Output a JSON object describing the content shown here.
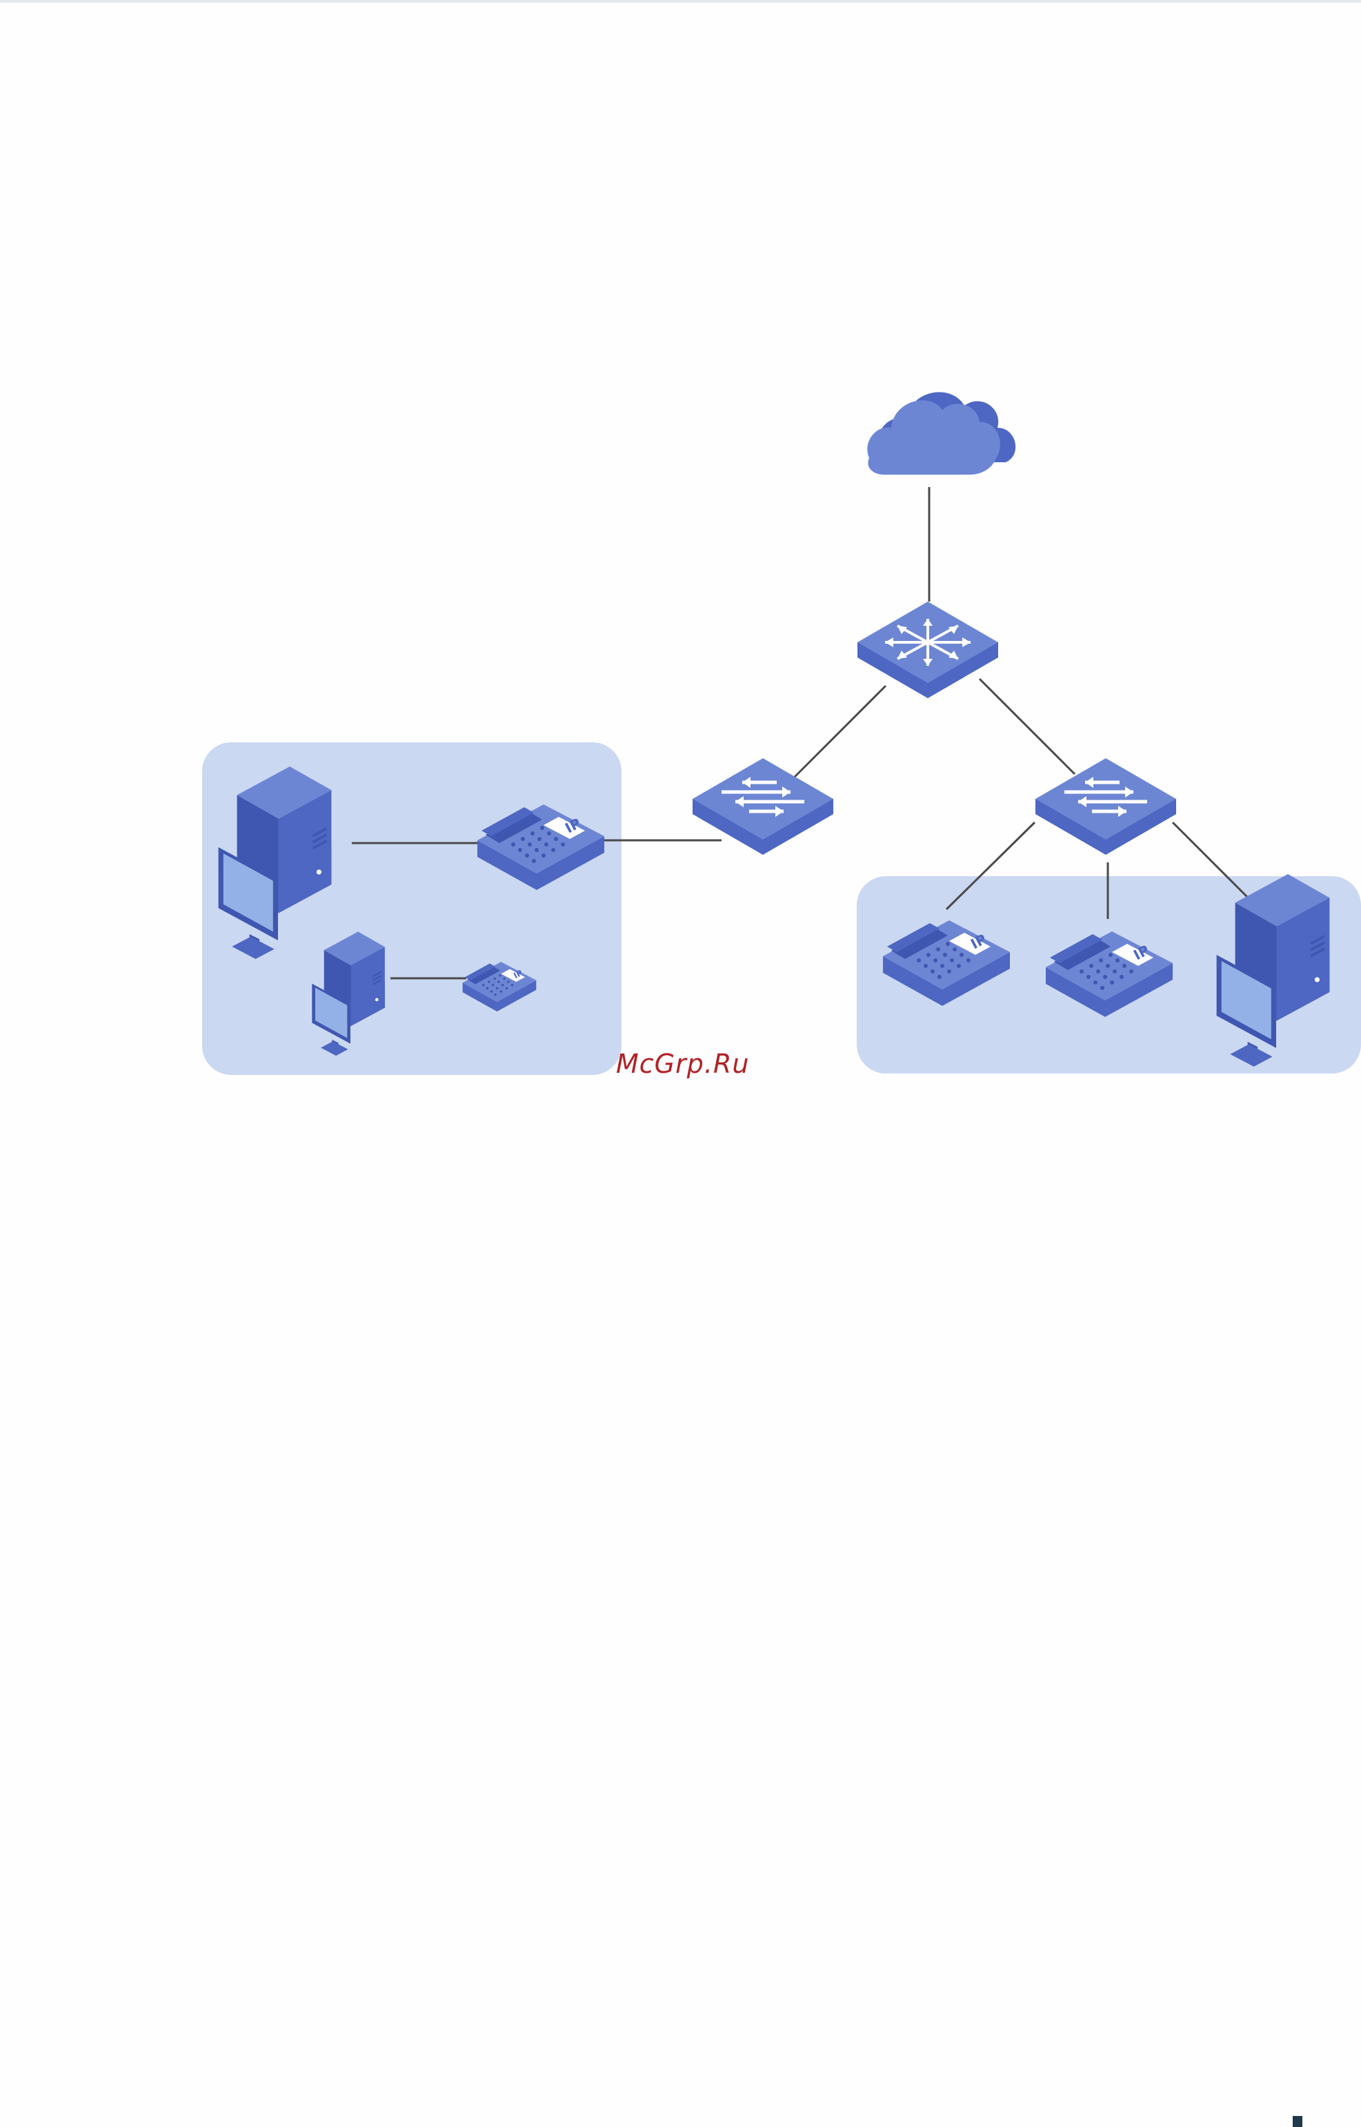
{
  "colors": {
    "page_background": "#fefefe",
    "zone_fill": "#cbd8f2",
    "device_top": "#6d86d4",
    "device_side": "#4d67c2",
    "device_dark": "#3f57b0",
    "screen": "#93b1e6",
    "cloud": "#6d86d4",
    "cloud_back": "#4d67c2",
    "link_line": "#4a4a4a",
    "watermark": "#b02226",
    "corner_mark": "#1e3a4c"
  },
  "watermark": {
    "text": "McGrp.Ru"
  },
  "diagram": {
    "nodes": [
      {
        "id": "internet",
        "icon": "cloud-icon"
      },
      {
        "id": "core-switch",
        "icon": "l3-switch-icon"
      },
      {
        "id": "access-switch-left",
        "icon": "switch-icon"
      },
      {
        "id": "access-switch-right",
        "icon": "switch-icon"
      },
      {
        "id": "pc-left-large",
        "icon": "desktop-computer-icon",
        "zone": "zone-left"
      },
      {
        "id": "ip-phone-left-large",
        "icon": "ip-phone-icon",
        "zone": "zone-left",
        "label": "IP"
      },
      {
        "id": "pc-left-small",
        "icon": "desktop-computer-icon",
        "zone": "zone-left"
      },
      {
        "id": "ip-phone-left-small",
        "icon": "ip-phone-icon",
        "zone": "zone-left",
        "label": "IP"
      },
      {
        "id": "ip-phone-right-1",
        "icon": "ip-phone-icon",
        "zone": "zone-right",
        "label": "IP"
      },
      {
        "id": "ip-phone-right-2",
        "icon": "ip-phone-icon",
        "zone": "zone-right",
        "label": "IP"
      },
      {
        "id": "pc-right",
        "icon": "desktop-computer-icon",
        "zone": "zone-right"
      }
    ],
    "links": [
      {
        "from": "internet",
        "to": "core-switch"
      },
      {
        "from": "core-switch",
        "to": "access-switch-left"
      },
      {
        "from": "core-switch",
        "to": "access-switch-right"
      },
      {
        "from": "access-switch-left",
        "to": "ip-phone-left-large"
      },
      {
        "from": "ip-phone-left-large",
        "to": "pc-left-large"
      },
      {
        "from": "ip-phone-left-small",
        "to": "pc-left-small"
      },
      {
        "from": "access-switch-right",
        "to": "ip-phone-right-1"
      },
      {
        "from": "access-switch-right",
        "to": "ip-phone-right-2"
      },
      {
        "from": "access-switch-right",
        "to": "pc-right"
      }
    ]
  }
}
